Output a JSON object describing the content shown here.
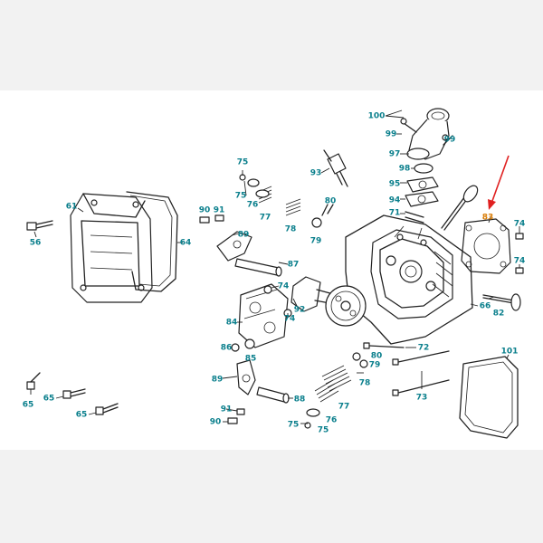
{
  "colors": {
    "label": "#0a7f8c",
    "highlight_label": "#d97a00",
    "arrow": "#e02020",
    "line": "#222222"
  },
  "highlighted_part": "83",
  "callouts": [
    {
      "id": "c100",
      "text": "100"
    },
    {
      "id": "c99a",
      "text": "99"
    },
    {
      "id": "c99b",
      "text": "99"
    },
    {
      "id": "c97",
      "text": "97"
    },
    {
      "id": "c98",
      "text": "98"
    },
    {
      "id": "c95",
      "text": "95"
    },
    {
      "id": "c94",
      "text": "94"
    },
    {
      "id": "c71",
      "text": "71"
    },
    {
      "id": "c83",
      "text": "83"
    },
    {
      "id": "c74a",
      "text": "74"
    },
    {
      "id": "c74b",
      "text": "74"
    },
    {
      "id": "c82",
      "text": "82"
    },
    {
      "id": "c66",
      "text": "66"
    },
    {
      "id": "c72",
      "text": "72"
    },
    {
      "id": "c73",
      "text": "73"
    },
    {
      "id": "c101",
      "text": "101"
    },
    {
      "id": "c61",
      "text": "61"
    },
    {
      "id": "c56",
      "text": "56"
    },
    {
      "id": "c64",
      "text": "64"
    },
    {
      "id": "c75a",
      "text": "75"
    },
    {
      "id": "c75b",
      "text": "75"
    },
    {
      "id": "c93",
      "text": "93"
    },
    {
      "id": "c90a",
      "text": "90"
    },
    {
      "id": "c91a",
      "text": "91"
    },
    {
      "id": "c76a",
      "text": "76"
    },
    {
      "id": "c77a",
      "text": "77"
    },
    {
      "id": "c78a",
      "text": "78"
    },
    {
      "id": "c80a",
      "text": "80"
    },
    {
      "id": "c79a",
      "text": "79"
    },
    {
      "id": "c89a",
      "text": "89"
    },
    {
      "id": "c87",
      "text": "87"
    },
    {
      "id": "c74c",
      "text": "74"
    },
    {
      "id": "c74d",
      "text": "74"
    },
    {
      "id": "c84",
      "text": "84"
    },
    {
      "id": "c92",
      "text": "92"
    },
    {
      "id": "c86",
      "text": "86"
    },
    {
      "id": "c85",
      "text": "85"
    },
    {
      "id": "c80b",
      "text": "80"
    },
    {
      "id": "c79b",
      "text": "79"
    },
    {
      "id": "c78b",
      "text": "78"
    },
    {
      "id": "c77b",
      "text": "77"
    },
    {
      "id": "c88",
      "text": "88"
    },
    {
      "id": "c89b",
      "text": "89"
    },
    {
      "id": "c91b",
      "text": "91"
    },
    {
      "id": "c90b",
      "text": "90"
    },
    {
      "id": "c76b",
      "text": "76"
    },
    {
      "id": "c75c",
      "text": "75"
    },
    {
      "id": "c75d",
      "text": "75"
    },
    {
      "id": "c65a",
      "text": "65"
    },
    {
      "id": "c65b",
      "text": "65"
    },
    {
      "id": "c65c",
      "text": "65"
    }
  ]
}
